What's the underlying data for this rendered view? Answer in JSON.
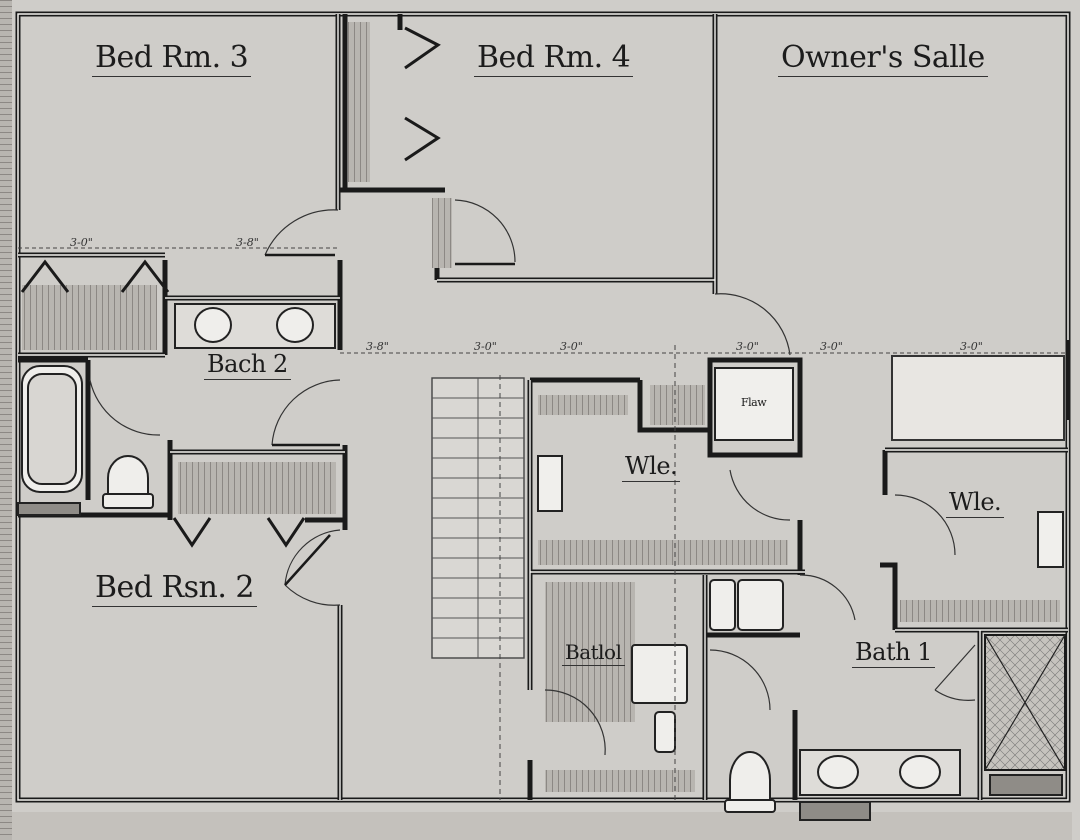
{
  "rooms": {
    "bed3": "Bed Rm. 3",
    "bed4": "Bed Rm. 4",
    "owner": "Owner's Salle",
    "bath2": "Bach 2",
    "bed2": "Bed Rsn. 2",
    "wic_center": "Wle.",
    "wic_right": "Wle.",
    "bath_center": "Batlol",
    "bath1": "Bath 1",
    "small_label": "Flaw"
  },
  "dimension_marks": [
    "3-0\"",
    "3-8\"",
    "3-8\"",
    "3-0\"",
    "3-0\"",
    "3-0\"",
    "3-0\"",
    "3-0\""
  ],
  "colors": {
    "paper": "#cfcdc9",
    "wall": "#1a1a1a",
    "wall_fill": "#f4f3f0",
    "fixture": "#bdbab5"
  }
}
